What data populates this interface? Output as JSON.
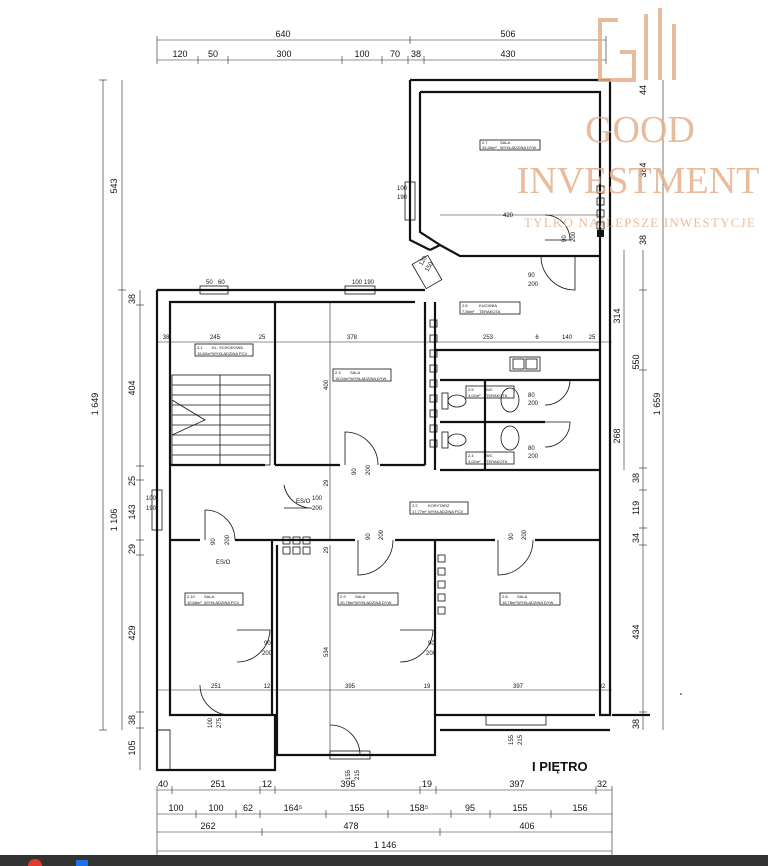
{
  "logo": {
    "line1": "GOOD",
    "line2": "INVESTMENT",
    "tagline": "TYLKO NAJLEPSZE INWESTYCJE"
  },
  "floor_label": "I PIĘTRO",
  "dims": {
    "top_total_a": "640",
    "top_total_b": "506",
    "top_seg": [
      "120",
      "50",
      "300",
      "100",
      "70",
      "38",
      "430"
    ],
    "bottom_row1": [
      "40",
      "251",
      "12",
      "395",
      "19",
      "397",
      "32"
    ],
    "bottom_row2": [
      "100",
      "100",
      "62",
      "164⁵",
      "155",
      "158⁵",
      "95",
      "155",
      "156"
    ],
    "bottom_row3": [
      "262",
      "478",
      "406"
    ],
    "bottom_total": "1 146",
    "left_total": "1 649",
    "left_upper": "543",
    "left_lower": "1 106",
    "left_seg": [
      "38",
      "404",
      "25",
      "143",
      "29",
      "429",
      "38",
      "105"
    ],
    "right_total": "1 659",
    "right_seg": [
      "314",
      "550",
      "268",
      "38",
      "119",
      "34",
      "434",
      "38"
    ],
    "right_top": [
      "44",
      "384",
      "38"
    ]
  },
  "rooms": [
    {
      "id": "2.7",
      "name": "SALA",
      "area": "33,46m²",
      "floor": "WYKŁADZINA DYW."
    },
    {
      "id": "2.6",
      "name": "KUCHNIA",
      "area": "7,58m²",
      "floor": "TERAKOTA"
    },
    {
      "id": "2.1",
      "name": "KL. SCHODOWA",
      "area": "15,82m²",
      "floor": "WYKŁADZINA PCV"
    },
    {
      "id": "2.3",
      "name": "SALA",
      "area": "15,04m²",
      "floor": "WYKŁADZINA DYW."
    },
    {
      "id": "2.5",
      "name": "WC",
      "area": "3,02m²",
      "floor": "TERAKOTA"
    },
    {
      "id": "2.4",
      "name": "WC",
      "area": "3,02m²",
      "floor": "TERAKOTA"
    },
    {
      "id": "2.2",
      "name": "KORYTARZ",
      "area": "17,77m²",
      "floor": "WYKŁADZINA PCV"
    },
    {
      "id": "2.10",
      "name": "SALA",
      "area": "10,68m²",
      "floor": "WYKŁADZINA PCV"
    },
    {
      "id": "2.9",
      "name": "SALA",
      "area": "20,76m²",
      "floor": "WYKŁADZINA DYW."
    },
    {
      "id": "2.8",
      "name": "SALA",
      "area": "16,78m²",
      "floor": "WYKŁADZINA DYW."
    }
  ],
  "inner": {
    "w245": "245",
    "w25a": "25",
    "w38a": "38",
    "w378": "378",
    "w253": "253",
    "w6": "6",
    "w140": "140",
    "w25b": "25",
    "h400": "400",
    "w251": "251",
    "w12": "12",
    "w395": "395",
    "w19": "19",
    "w397": "397",
    "w32": "32",
    "h534": "534",
    "w420": "420",
    "w29a": "29",
    "w29b": "29"
  },
  "doors": {
    "d90": "90",
    "d200": "200",
    "d80": "80",
    "d100": "100",
    "d190": "190",
    "d215": "215",
    "d155": "155",
    "d50": "50",
    "d60": "60",
    "d140": "140",
    "d275": "275",
    "d150": "150",
    "d120": "120"
  },
  "markers": {
    "ek": "ES/O"
  }
}
